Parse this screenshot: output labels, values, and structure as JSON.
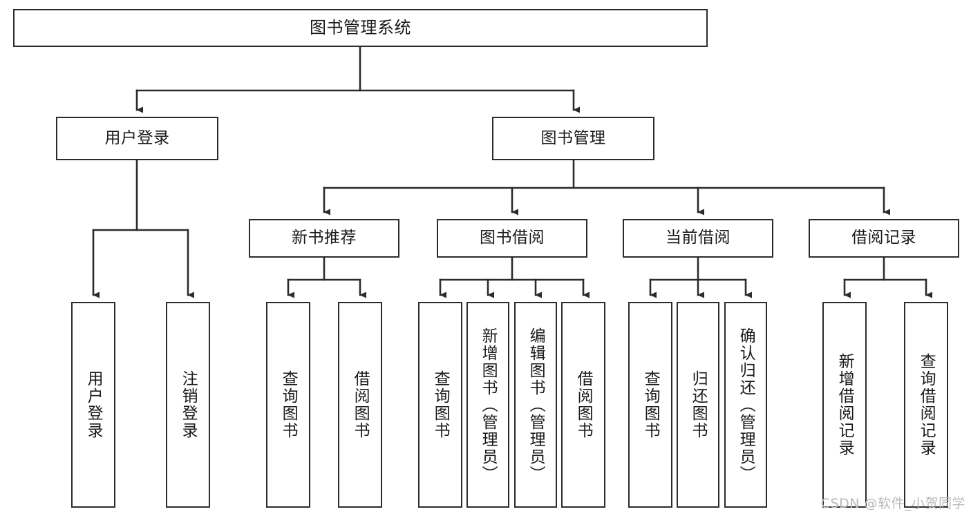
{
  "diagram": {
    "type": "tree",
    "title": "图书管理系统",
    "orientation": "top-down",
    "colors": {
      "box_border": "#2b2b2b",
      "box_fill": "#ffffff",
      "edge": "#2b2b2b",
      "text": "#1a1a1a",
      "watermark": "#b9b9b9",
      "background": "#ffffff"
    },
    "root": {
      "label": "图书管理系统"
    },
    "level1": [
      {
        "label": "用户登录"
      },
      {
        "label": "图书管理"
      }
    ],
    "level2": [
      {
        "label": "新书推荐"
      },
      {
        "label": "图书借阅"
      },
      {
        "label": "当前借阅"
      },
      {
        "label": "借阅记录"
      }
    ],
    "leaves": {
      "user_login": [
        {
          "label": "用户登录"
        },
        {
          "label": "注销登录"
        }
      ],
      "new_book_recommend": [
        {
          "label": "查询图书"
        },
        {
          "label": "借阅图书"
        }
      ],
      "book_borrow": [
        {
          "label": "查询图书"
        },
        {
          "label": "新增图书（管理员）"
        },
        {
          "label": "编辑图书（管理员）"
        },
        {
          "label": "借阅图书"
        }
      ],
      "current_borrow": [
        {
          "label": "查询图书"
        },
        {
          "label": "归还图书"
        },
        {
          "label": "确认归还（管理员）"
        }
      ],
      "borrow_record": [
        {
          "label": "新增借阅记录"
        },
        {
          "label": "查询借阅记录"
        }
      ]
    }
  },
  "watermark": {
    "text": "CSDN @软件_小贺同学"
  }
}
